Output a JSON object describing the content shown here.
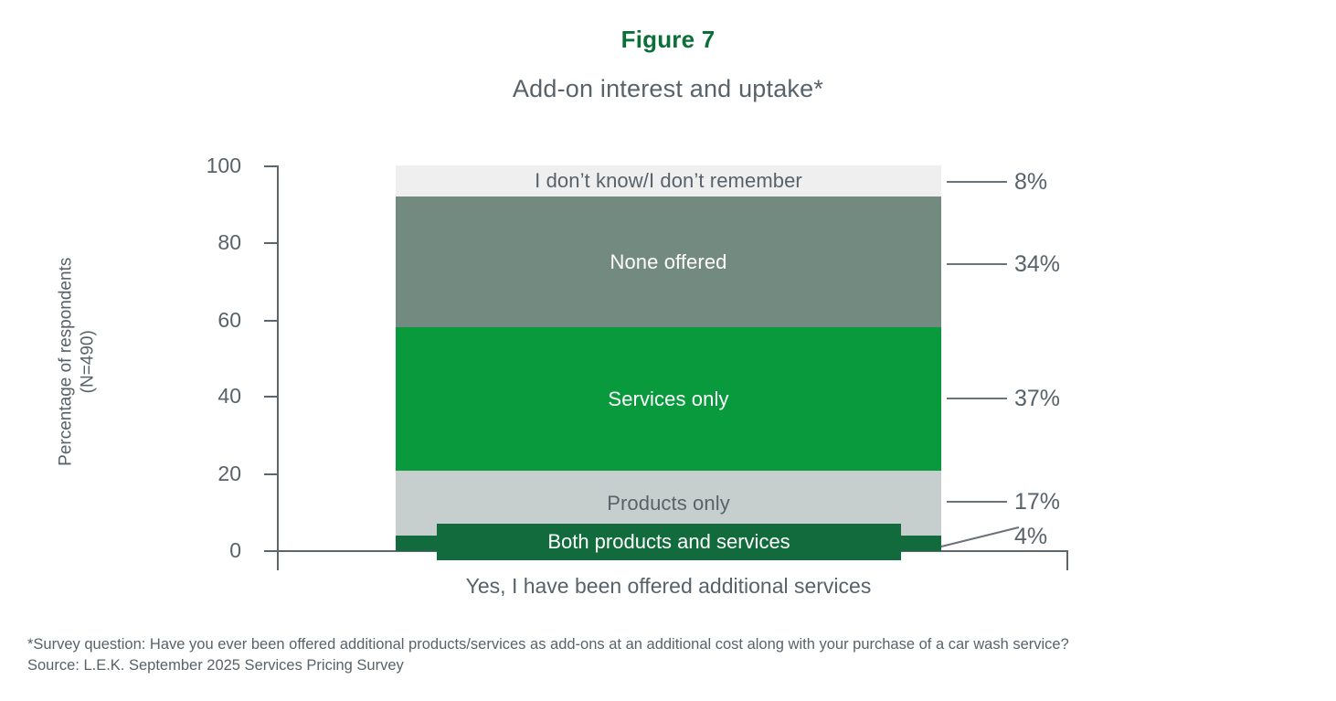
{
  "figure": {
    "title": "Figure 7",
    "subtitle": "Add-on interest and uptake*",
    "title_color": "#0a7038",
    "text_color": "#58626a"
  },
  "footnotes": {
    "survey_question": "*Survey question: Have you ever been offered additional products/services as add-ons at an additional cost along with your purchase of a car wash service?",
    "source": "Source: L.E.K. September 2025 Services Pricing Survey"
  },
  "chart_data": {
    "type": "bar",
    "subtype": "stacked-column-100",
    "title": "Add-on interest and uptake*",
    "xlabel": "",
    "ylabel": "Percentage of respondents\n(N=490)",
    "ylabel_line1": "Percentage of respondents",
    "ylabel_line2": "(N=490)",
    "categories": [
      "Yes, I have been offered additional services"
    ],
    "ylim": [
      0,
      100
    ],
    "yticks": [
      0,
      20,
      40,
      60,
      80,
      100
    ],
    "ytick_labels": [
      "0",
      "20",
      "40",
      "60",
      "80",
      "100"
    ],
    "grid": false,
    "legend": "none",
    "sample_size": 490,
    "series": [
      {
        "name": "Both products and services",
        "value": 4,
        "value_label": "4%",
        "color": "#126b3c",
        "label_color": "#ffffff",
        "cum_bottom": 0,
        "cum_top": 4
      },
      {
        "name": "Products only",
        "value": 17,
        "value_label": "17%",
        "color": "#c6cfcd",
        "label_color": "#58626a",
        "cum_bottom": 4,
        "cum_top": 21
      },
      {
        "name": "Services only",
        "value": 37,
        "value_label": "37%",
        "color": "#089a3d",
        "label_color": "#ffffff",
        "cum_bottom": 21,
        "cum_top": 58
      },
      {
        "name": "None offered",
        "value": 34,
        "value_label": "34%",
        "color": "#738a80",
        "label_color": "#ffffff",
        "cum_bottom": 58,
        "cum_top": 92
      },
      {
        "name": "I don’t know/I don’t remember",
        "value": 8,
        "value_label": "8%",
        "color": "#efefef",
        "label_color": "#58626a",
        "cum_bottom": 92,
        "cum_top": 100
      }
    ]
  }
}
